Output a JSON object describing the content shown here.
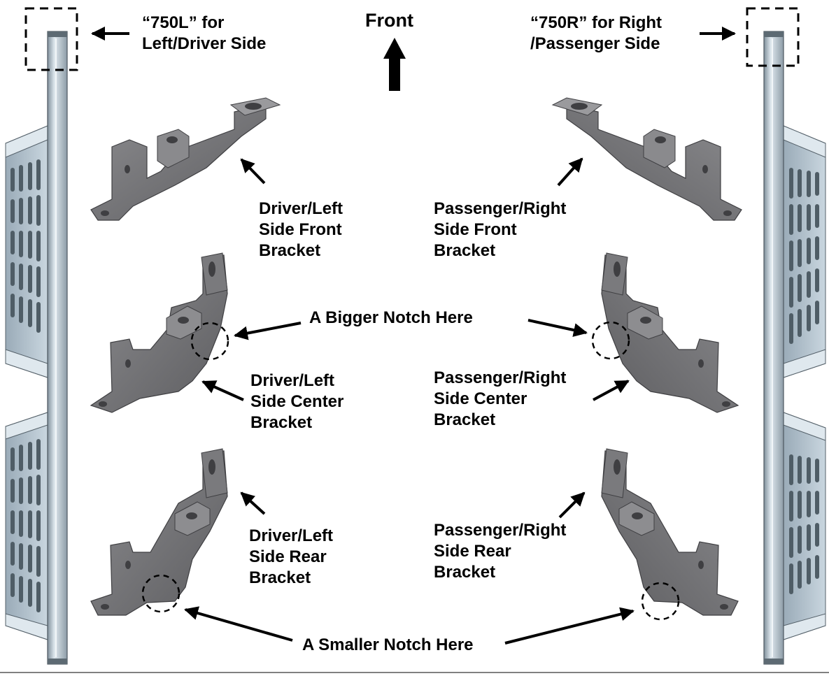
{
  "header": {
    "front": "Front",
    "left_marker": [
      "“750L” for",
      "Left/Driver Side"
    ],
    "right_marker": [
      "“750R” for Right",
      "/Passenger Side"
    ]
  },
  "labels": {
    "driver_front": [
      "Driver/Left",
      "Side Front",
      "Bracket"
    ],
    "passenger_front": [
      "Passenger/Right",
      "Side Front",
      "Bracket"
    ],
    "bigger_notch": "A Bigger Notch Here",
    "driver_center": [
      "Driver/Left",
      "Side Center",
      "Bracket"
    ],
    "passenger_center": [
      "Passenger/Right",
      "Side Center",
      "Bracket"
    ],
    "driver_rear": [
      "Driver/Left",
      "Side Rear",
      "Bracket"
    ],
    "passenger_rear": [
      "Passenger/Right",
      "Side Rear",
      "Bracket"
    ],
    "smaller_notch": "A Smaller Notch Here"
  },
  "colors": {
    "text": "#000000",
    "bracket": "#6f6f72",
    "bracket_light": "#8d8d90",
    "bracket_dark": "#4b4b4e",
    "board": "#b9c7d2",
    "board_dark": "#7f8f9b",
    "board_light": "#dfe8ee"
  }
}
